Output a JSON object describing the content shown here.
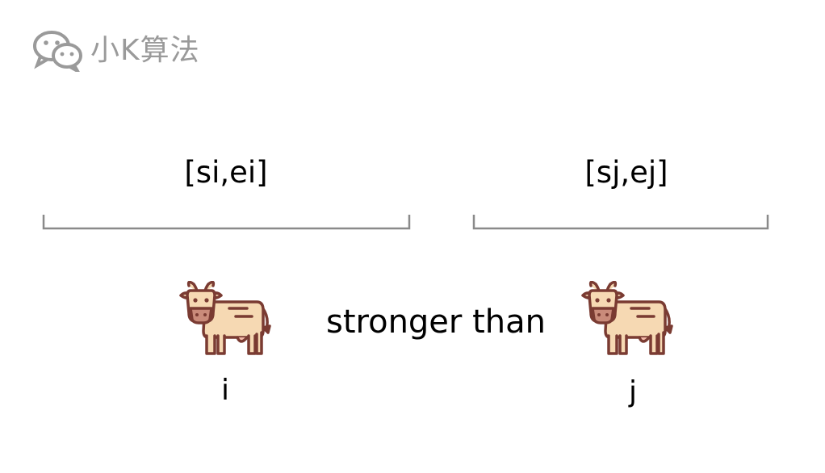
{
  "watermark": {
    "icon": "wechat-icon",
    "text": "小K算法",
    "color": "#9a9a9a"
  },
  "intervals": [
    {
      "label": "[si,ei]"
    },
    {
      "label": "[sj,ej]"
    }
  ],
  "relation": {
    "text": "stronger than"
  },
  "cows": [
    {
      "icon": "cow-icon",
      "label": "i"
    },
    {
      "icon": "cow-icon",
      "label": "j"
    }
  ],
  "colors": {
    "bracket": "#8a8a8a",
    "cow_body": "#f6d9b3",
    "cow_outline": "#7a3b32",
    "cow_nose": "#c98b7a"
  }
}
